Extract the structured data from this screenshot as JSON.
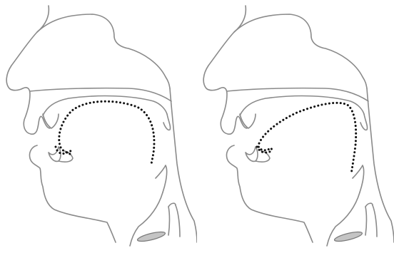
{
  "figures": [
    {
      "id": "left",
      "description_icon": "vocal-tract-sagittal-section",
      "tongue": "tongue-profile-a"
    },
    {
      "id": "right",
      "description_icon": "vocal-tract-sagittal-section",
      "tongue": "tongue-profile-b"
    }
  ],
  "colors": {
    "outline": "#8a8a8a",
    "tongue": "#111111",
    "vocal_folds": "#c4c4c4"
  }
}
